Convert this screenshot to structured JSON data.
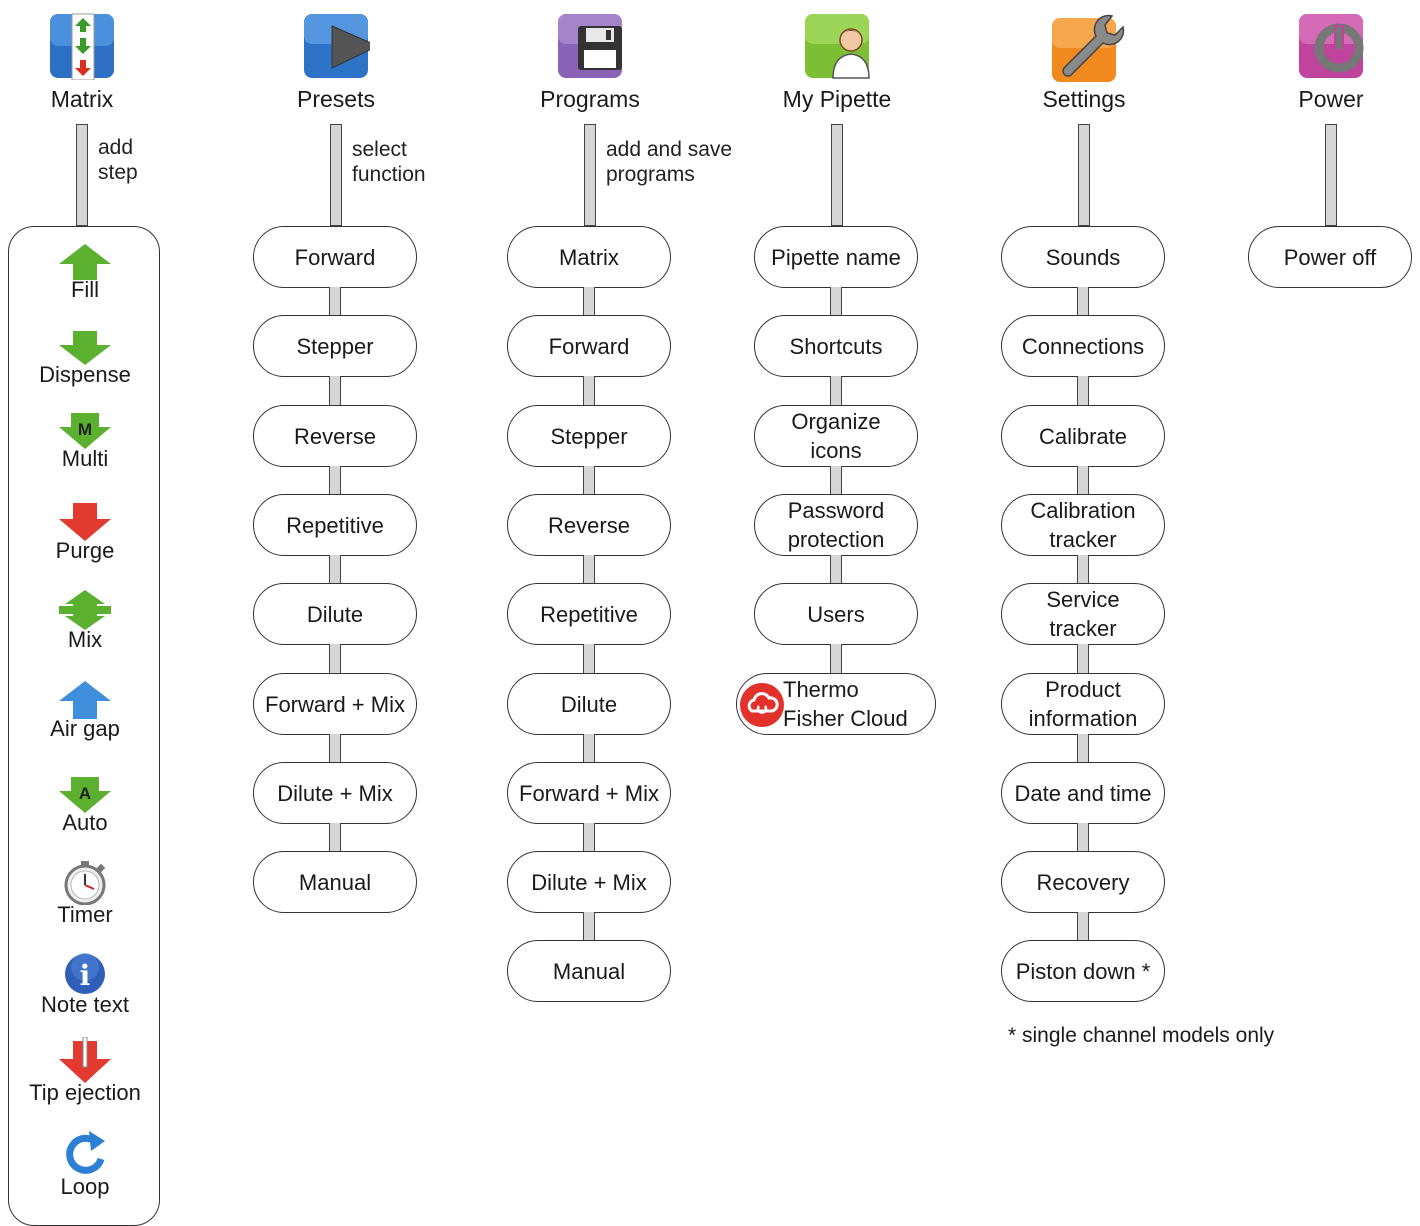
{
  "columns": {
    "matrix": {
      "label": "Matrix",
      "note": "add\nstep",
      "icon": "matrix-arrows-icon"
    },
    "presets": {
      "label": "Presets",
      "note": "select\nfunction",
      "icon": "play-icon"
    },
    "programs": {
      "label": "Programs",
      "note": "add and save\nprograms",
      "icon": "floppy-disk-icon"
    },
    "mypipette": {
      "label": "My Pipette",
      "icon": "user-icon"
    },
    "settings": {
      "label": "Settings",
      "icon": "wrench-icon"
    },
    "power": {
      "label": "Power",
      "icon": "power-icon"
    }
  },
  "matrix_steps": [
    {
      "label": "Fill",
      "icon": "green-up-arrow-icon"
    },
    {
      "label": "Dispense",
      "icon": "green-down-arrow-icon"
    },
    {
      "label": "Multi",
      "icon": "multi-dispense-icon",
      "glyph": "M"
    },
    {
      "label": "Purge",
      "icon": "red-down-arrow-icon"
    },
    {
      "label": "Mix",
      "icon": "mix-icon"
    },
    {
      "label": "Air gap",
      "icon": "blue-up-arrow-icon"
    },
    {
      "label": "Auto",
      "icon": "auto-icon",
      "glyph": "A"
    },
    {
      "label": "Timer",
      "icon": "stopwatch-icon"
    },
    {
      "label": "Note text",
      "icon": "info-icon",
      "glyph": "i"
    },
    {
      "label": "Tip ejection",
      "icon": "tip-ejection-icon"
    },
    {
      "label": "Loop",
      "icon": "loop-icon"
    }
  ],
  "presets": [
    "Forward",
    "Stepper",
    "Reverse",
    "Repetitive",
    "Dilute",
    "Forward + Mix",
    "Dilute + Mix",
    "Manual"
  ],
  "programs": [
    "Matrix",
    "Forward",
    "Stepper",
    "Reverse",
    "Repetitive",
    "Dilute",
    "Forward + Mix",
    "Dilute + Mix",
    "Manual"
  ],
  "mypipette": [
    "Pipette name",
    "Shortcuts",
    "Organize\nicons",
    "Password\nprotection",
    "Users",
    "Thermo\nFisher Cloud"
  ],
  "settings": [
    "Sounds",
    "Connections",
    "Calibrate",
    "Calibration\ntracker",
    "Service\ntracker",
    "Product\ninformation",
    "Date and time",
    "Recovery",
    "Piston down *"
  ],
  "power": [
    "Power off"
  ],
  "footnote": "* single channel models only",
  "colors": {
    "green": "#5bb02f",
    "red": "#e23a2e",
    "blue": "#2c7fd2",
    "purple": "#8a63b6",
    "orange": "#f08a1f",
    "magenta": "#c0439d",
    "lime": "#8cc63f"
  }
}
